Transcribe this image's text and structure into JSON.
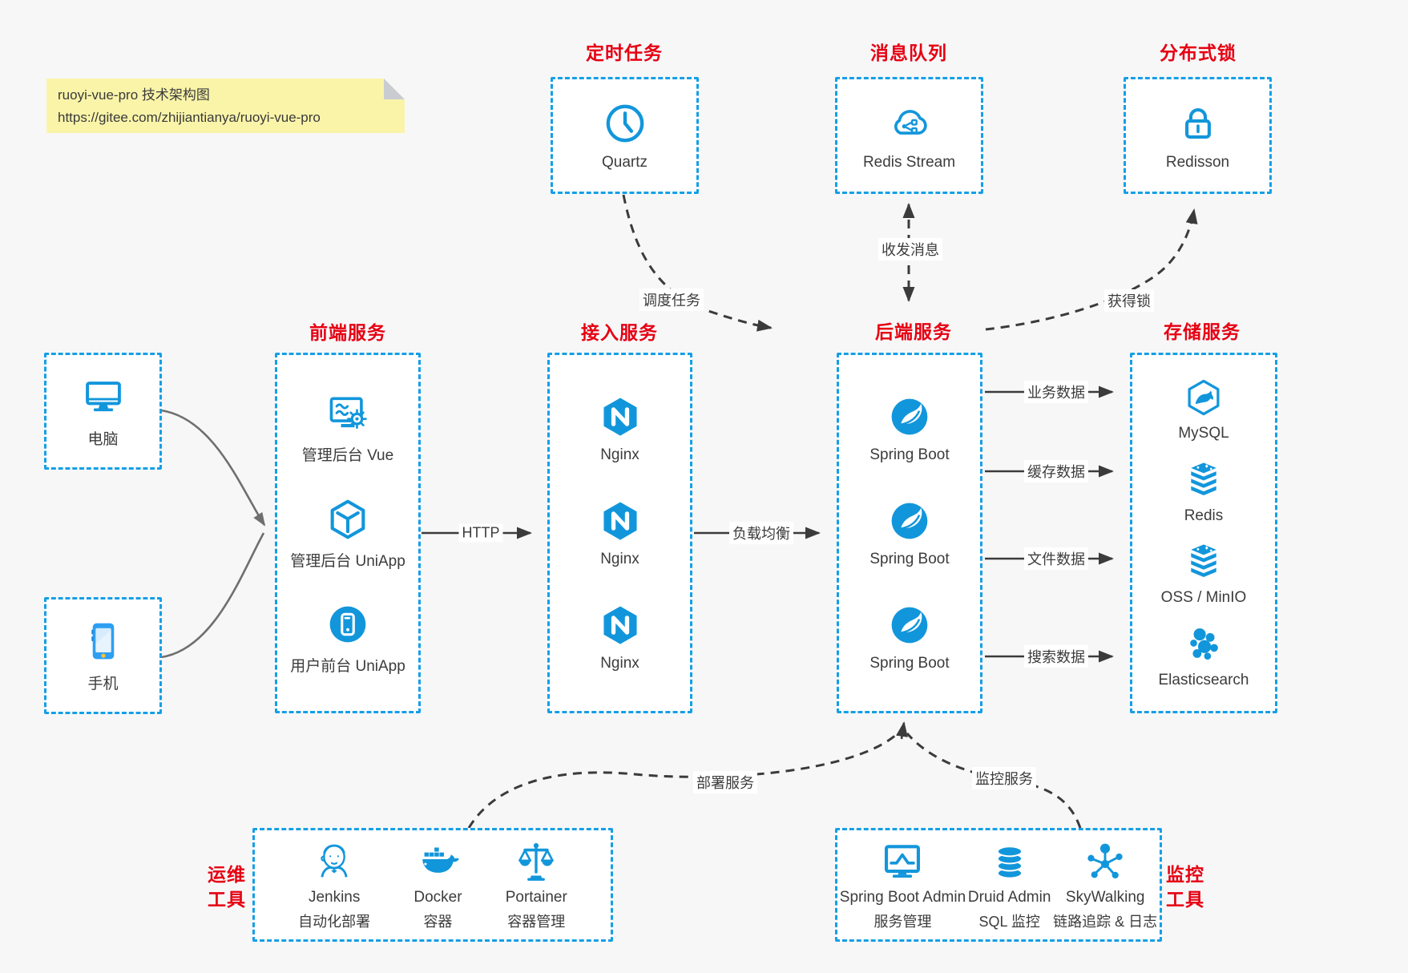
{
  "note": {
    "title": "ruoyi-vue-pro 技术架构图",
    "url": "https://gitee.com/zhijiantianya/ruoyi-vue-pro"
  },
  "top_services": [
    {
      "title": "定时任务",
      "label": "Quartz",
      "icon": "clock"
    },
    {
      "title": "消息队列",
      "label": "Redis Stream",
      "icon": "cloud-mq"
    },
    {
      "title": "分布式锁",
      "label": "Redisson",
      "icon": "lock"
    }
  ],
  "clients": [
    {
      "label": "电脑",
      "icon": "monitor"
    },
    {
      "label": "手机",
      "icon": "phone"
    }
  ],
  "columns": {
    "frontend": {
      "title": "前端服务",
      "items": [
        {
          "label": "管理后台 Vue",
          "icon": "admin-vue"
        },
        {
          "label": "管理后台 UniApp",
          "icon": "uniapp-cube"
        },
        {
          "label": "用户前台 UniApp",
          "icon": "user-uniapp"
        }
      ]
    },
    "gateway": {
      "title": "接入服务",
      "items": [
        {
          "label": "Nginx",
          "icon": "nginx"
        },
        {
          "label": "Nginx",
          "icon": "nginx"
        },
        {
          "label": "Nginx",
          "icon": "nginx"
        }
      ]
    },
    "backend": {
      "title": "后端服务",
      "items": [
        {
          "label": "Spring Boot",
          "icon": "spring"
        },
        {
          "label": "Spring Boot",
          "icon": "spring"
        },
        {
          "label": "Spring Boot",
          "icon": "spring"
        }
      ]
    },
    "storage": {
      "title": "存储服务",
      "items": [
        {
          "label": "MySQL",
          "icon": "mysql"
        },
        {
          "label": "Redis",
          "icon": "stack"
        },
        {
          "label": "OSS / MinIO",
          "icon": "stack"
        },
        {
          "label": "Elasticsearch",
          "icon": "elastic"
        }
      ]
    }
  },
  "bottom": {
    "ops": {
      "side_title": [
        "运维",
        "工具"
      ],
      "items": [
        {
          "name": "Jenkins",
          "desc": "自动化部署",
          "icon": "jenkins"
        },
        {
          "name": "Docker",
          "desc": "容器",
          "icon": "docker"
        },
        {
          "name": "Portainer",
          "desc": "容器管理",
          "icon": "portainer"
        }
      ]
    },
    "monitoring": {
      "side_title": [
        "监控",
        "工具"
      ],
      "items": [
        {
          "name": "Spring Boot Admin",
          "desc": "服务管理",
          "icon": "sba"
        },
        {
          "name": "Druid Admin",
          "desc": "SQL 监控",
          "icon": "druid"
        },
        {
          "name": "SkyWalking",
          "desc": "链路追踪 & 日志",
          "icon": "skywalking"
        }
      ]
    }
  },
  "edges": {
    "http": "HTTP",
    "load_balance": "负载均衡",
    "schedule": "调度任务",
    "message": "收发消息",
    "acquire_lock": "获得锁",
    "business_data": "业务数据",
    "cache_data": "缓存数据",
    "file_data": "文件数据",
    "search_data": "搜索数据",
    "deploy": "部署服务",
    "monitor": "监控服务"
  },
  "colors": {
    "icon_blue": "#1296db",
    "border_blue": "#159fe6",
    "title_red": "#e60012",
    "note_yellow": "#faf4a9",
    "arrow_dark": "#3b3b3b",
    "client_arrow_gray": "#6f6f6f"
  }
}
